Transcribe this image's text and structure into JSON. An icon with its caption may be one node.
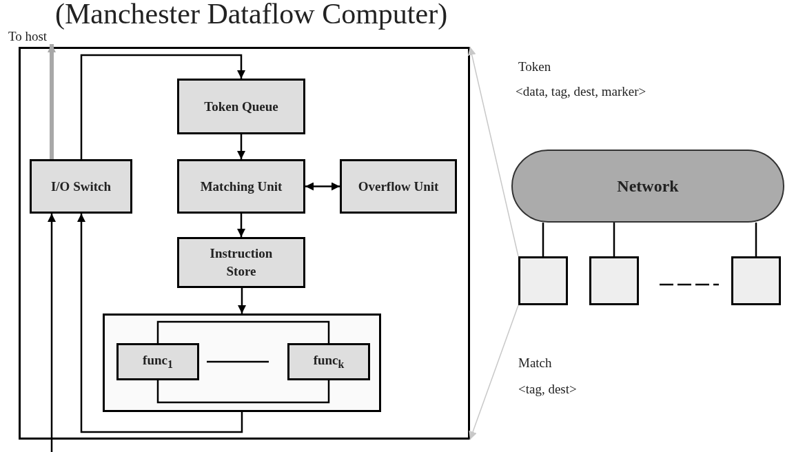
{
  "diagram": {
    "title": "(Manchester Dataflow Computer)",
    "nodes": [
      {
        "text": [],
        "shape": "box"
      },
      {
        "text": [
          "Token Queue"
        ],
        "in": 0
      },
      {
        "text": [
          "I/O Switch"
        ],
        "in": 0
      },
      {
        "text": [
          "Matching Unit"
        ],
        "in": 0
      },
      {
        "text": [
          "Overflow Unit"
        ],
        "in": 0
      },
      {
        "text": [
          "Instruction Store"
        ],
        "in": 0
      },
      {
        "text": [],
        "shape": "box",
        "in": 0
      },
      {
        "text": [
          "func$_{1}$"
        ],
        "in": 6
      },
      {
        "text": [
          "func$_{k}$"
        ],
        "in": 6
      },
      {
        "text": [
          "Network"
        ]
      },
      {
        "text": [],
        "shape": "box"
      },
      {
        "text": [],
        "shape": "box"
      },
      {
        "text": [],
        "shape": "box"
      },
      {
        "text": [
          "To host"
        ]
      }
    ],
    "edges": [
      {
        "from": 2,
        "to": 1,
        "arrow": "to"
      },
      {
        "from": 1,
        "to": 3,
        "arrow": "to"
      },
      {
        "from": 3,
        "to": 4,
        "arrow": "both"
      },
      {
        "from": 3,
        "to": 5,
        "arrow": "to"
      },
      {
        "from": 5,
        "to": 6,
        "arrow": "to"
      },
      {
        "from": 6,
        "to": 2,
        "arrow": "to"
      },
      {
        "from": null,
        "to": 2,
        "arrow": "to"
      },
      {
        "from": 2,
        "to": 13,
        "arrow": "to",
        "style": "thick",
        "color": "#a8a8a8"
      },
      {
        "from": 7,
        "to": 8,
        "arrow": "none"
      },
      {
        "from": 7,
        "to": 8,
        "arrow": "none"
      },
      {
        "from": 9,
        "to": 10,
        "arrow": "none"
      },
      {
        "from": 9,
        "to": 11,
        "arrow": "none"
      },
      {
        "from": 9,
        "to": 12,
        "arrow": "none"
      },
      {
        "from": 10,
        "to": 0,
        "arrow": "to",
        "color": "#c8c8c8"
      },
      {
        "from": 10,
        "to": 0,
        "arrow": "to",
        "color": "#c8c8c8"
      }
    ],
    "labels": [
      "Token",
      "<data, tag, dest, marker>",
      "Match",
      "<tag, dest>"
    ]
  }
}
